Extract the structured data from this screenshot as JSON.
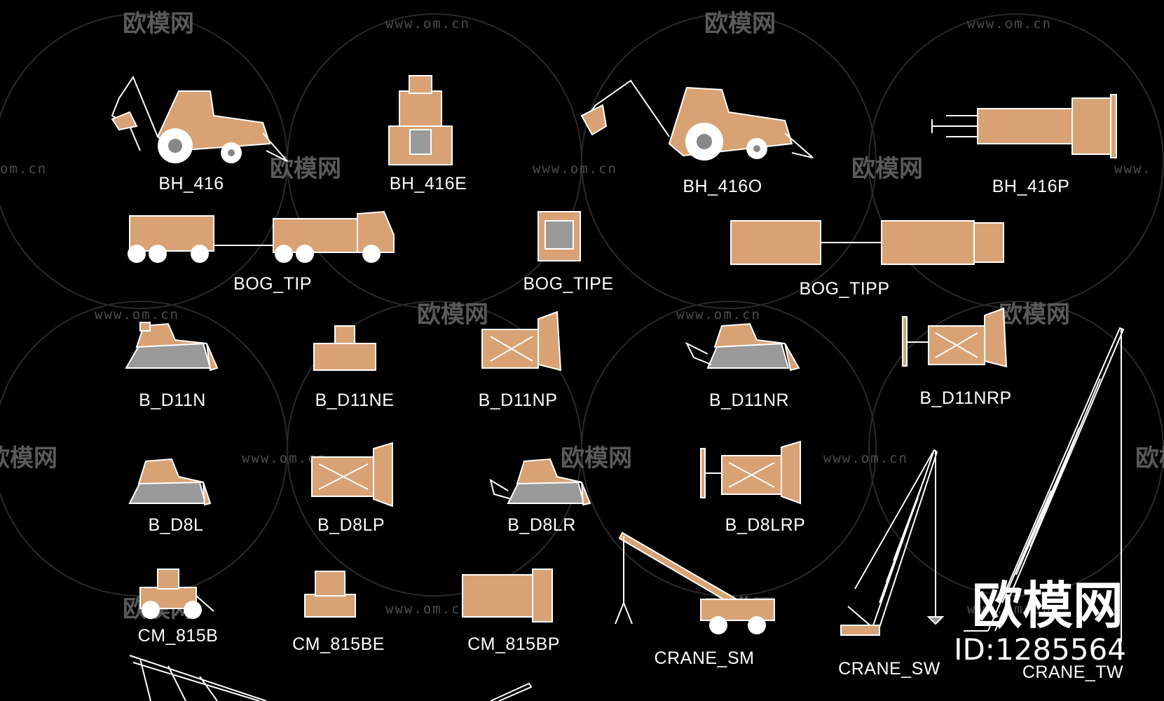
{
  "labels": {
    "bh_416": "BH_416",
    "bh_416e": "BH_416E",
    "bh_416o": "BH_416O",
    "bh_416p": "BH_416P",
    "bog_tip": "BOG_TIP",
    "bog_tipe": "BOG_TIPE",
    "bog_tipp": "BOG_TIPP",
    "b_d11n": "B_D11N",
    "b_d11ne": "B_D11NE",
    "b_d11np": "B_D11NP",
    "b_d11nr": "B_D11NR",
    "b_d11nrp": "B_D11NRP",
    "b_d8l": "B_D8L",
    "b_d8lp": "B_D8LP",
    "b_d8lr": "B_D8LR",
    "b_d8lrp": "B_D8LRP",
    "cm_815b": "CM_815B",
    "cm_815be": "CM_815BE",
    "cm_815bp": "CM_815BP",
    "crane_sm": "CRANE_SM",
    "crane_sw": "CRANE_SW",
    "crane_tw": "CRANE_TW"
  },
  "watermark": {
    "brand": "欧模网",
    "url": "www.om.cn",
    "url_cut_left": "om.cn",
    "url_cut_right": "www.",
    "id_text": "ID:1285564"
  },
  "colors": {
    "background": "#000000",
    "equipment_fill": "#d9a274",
    "outline": "#ffffff"
  }
}
